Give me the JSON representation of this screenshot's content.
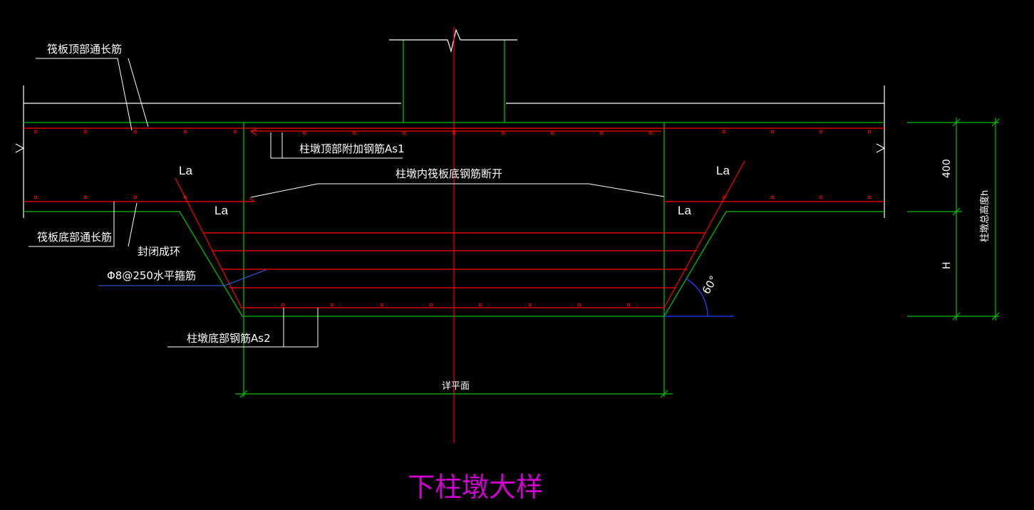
{
  "title": "下柱墩大样",
  "labels": {
    "raft_top_rebar": "筏板顶部通长筋",
    "raft_bottom_rebar": "筏板底部通长筋",
    "pier_top_rebar": "柱墩顶部附加钢筋As1",
    "raft_bottom_break": "柱墩内筏板底钢筋断开",
    "closed_ring": "封闭成环",
    "stirrup": "Φ8@250水平箍筋",
    "pier_bottom_rebar": "柱墩底部钢筋As2",
    "plan_ref": "详平面",
    "la": "La",
    "angle": "60°",
    "dim_400": "400",
    "dim_h": "H",
    "dim_total": "柱墩总高度h"
  },
  "colors": {
    "background": "#000000",
    "concrete": "#00c000",
    "rebar": "#ff0000",
    "leader": "#ffffff",
    "title": "#d000d0",
    "angle": "#2040ff",
    "stirrup_leader": "#4060ff",
    "axis": "#ff0000"
  }
}
